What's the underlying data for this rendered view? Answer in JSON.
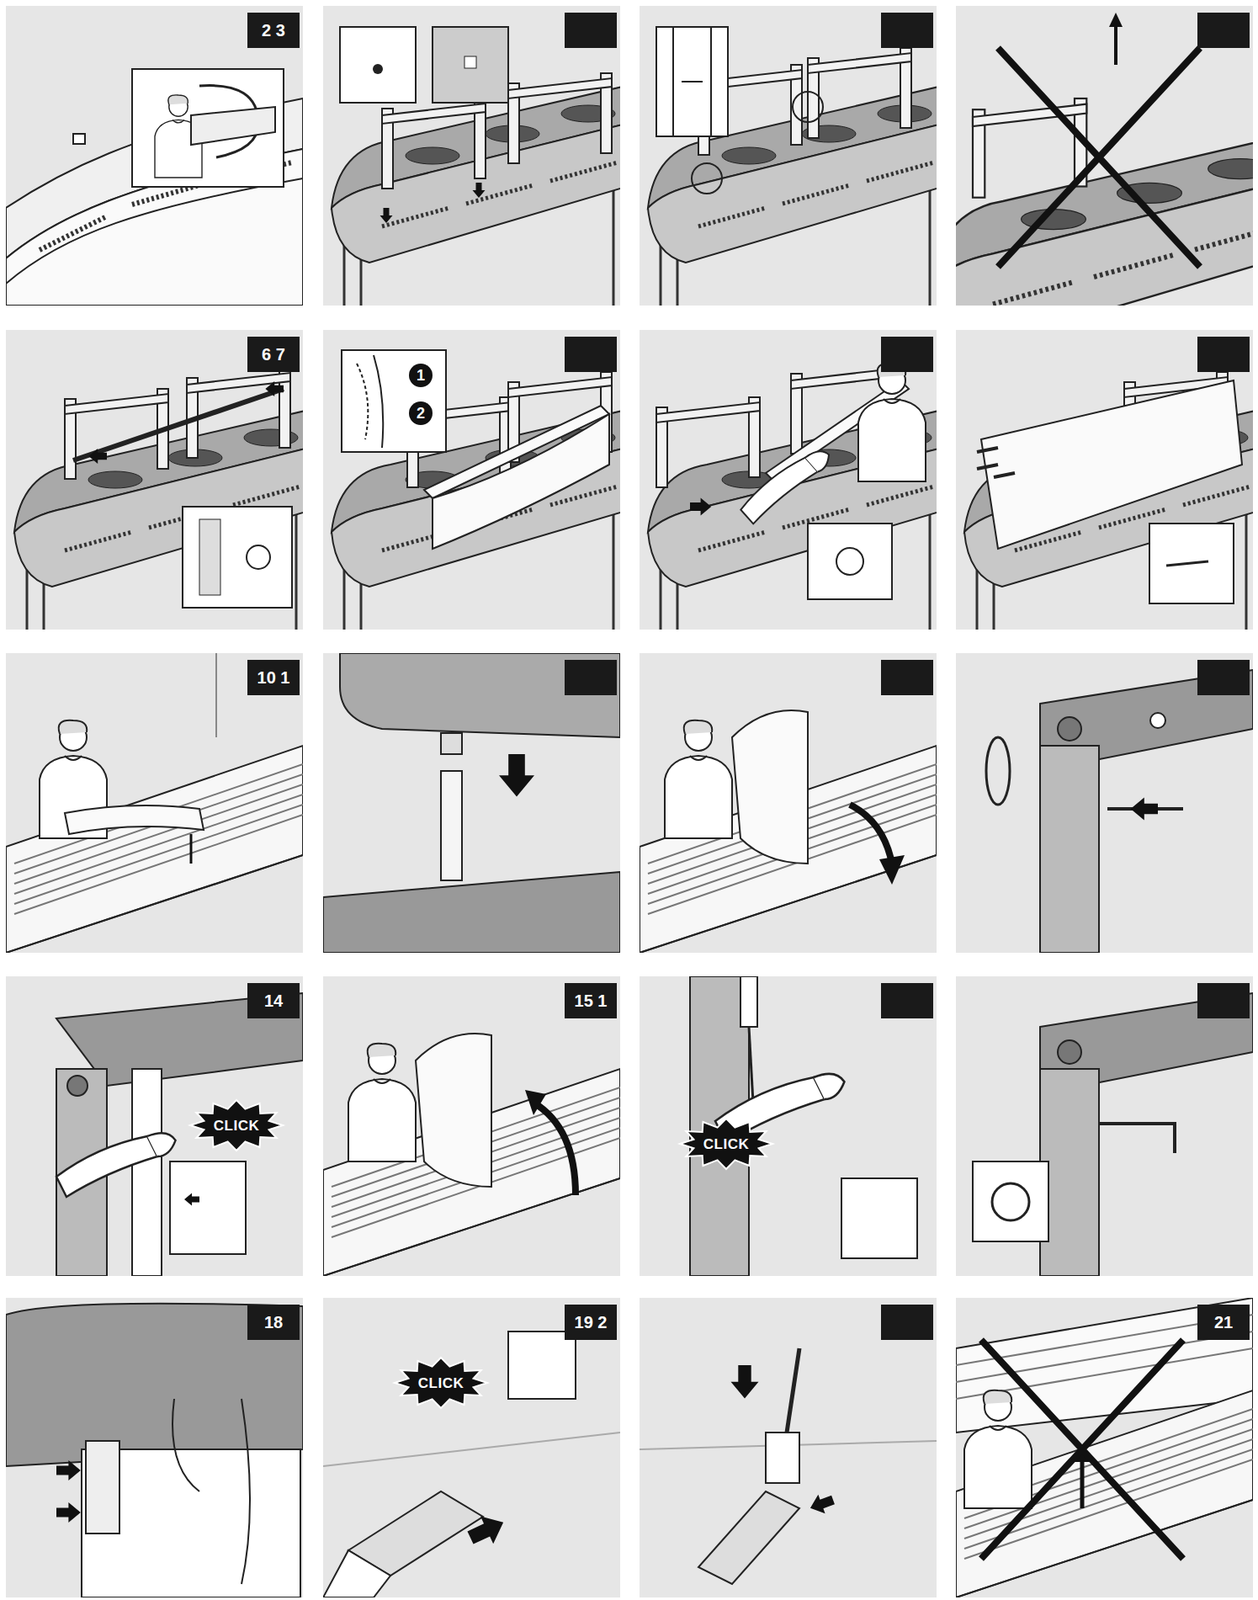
{
  "diagram": {
    "labels": [
      "2 3",
      "6 7",
      "1",
      "2",
      "10 1",
      "14",
      "CLICK",
      "15 1",
      "CLICK",
      "18",
      "19 2",
      "CLICK",
      "21"
    ]
  }
}
